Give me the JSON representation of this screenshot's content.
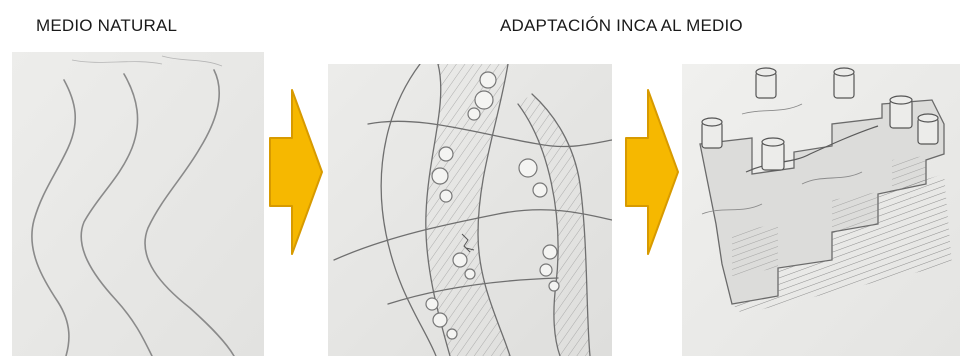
{
  "headings": {
    "natural": "MEDIO NATURAL",
    "adaptation": "ADAPTACIÓN INCA AL MEDIO"
  },
  "panels": [
    {
      "name": "natural-environment-sketch",
      "icon": "valley-riverbeds-sketch"
    },
    {
      "name": "inca-terrace-plan-sketch",
      "icon": "terrace-plan-sketch"
    },
    {
      "name": "inca-terrace-perspective-sketch",
      "icon": "terrace-perspective-sketch"
    }
  ],
  "arrows": [
    {
      "name": "arrow-right-icon",
      "color": "#f6b800",
      "edge": "#d79a00"
    },
    {
      "name": "arrow-right-icon",
      "color": "#f6b800",
      "edge": "#d79a00"
    }
  ],
  "colors": {
    "paper": "#e8e8e6",
    "pencil": "#7a7a7a"
  }
}
